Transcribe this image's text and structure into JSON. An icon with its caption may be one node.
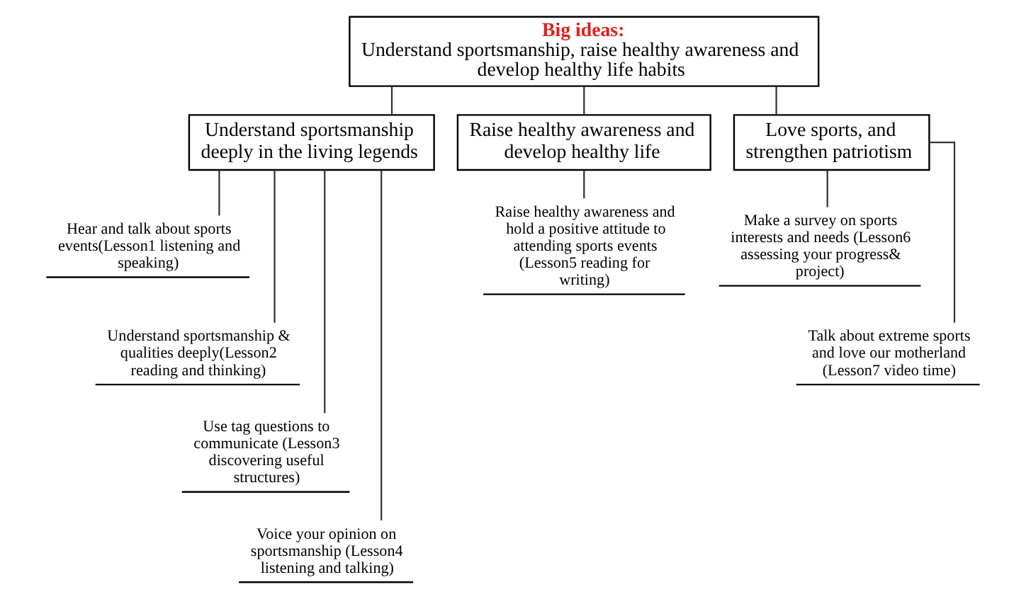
{
  "diagram": {
    "nodes": [
      {
        "text": [
          "Big ideas:",
          "Understand sportsmanship, raise healthy awareness and develop healthy life habits"
        ]
      },
      {
        "text": [
          "Understand sportsmanship deeply in the living legends"
        ]
      },
      {
        "text": [
          "Raise healthy awareness and develop healthy life"
        ]
      },
      {
        "text": [
          "Love sports, and strengthen patriotism"
        ]
      },
      {
        "text": [
          "Hear and talk about sports events(Lesson1 listening and speaking)"
        ]
      },
      {
        "text": [
          "Understand sportsmanship & qualities deeply(Lesson2 reading and thinking)"
        ]
      },
      {
        "text": [
          "Use tag questions to communicate (Lesson3 discovering useful structures)"
        ]
      },
      {
        "text": [
          "Voice your opinion on sportsmanship (Lesson4 listening and talking)"
        ]
      },
      {
        "text": [
          "Raise healthy awareness and hold a positive attitude to attending sports events (Lesson5 reading for writing)"
        ]
      },
      {
        "text": [
          "Make a survey on sports interests and needs (Lesson6 assessing your progress& project)"
        ]
      },
      {
        "text": [
          "Talk about extreme sports and love our motherland (Lesson7 video time)"
        ]
      }
    ],
    "edges": [
      {
        "from": 0,
        "to": 1,
        "arrow": "none"
      },
      {
        "from": 0,
        "to": 2,
        "arrow": "none"
      },
      {
        "from": 0,
        "to": 3,
        "arrow": "none"
      },
      {
        "from": 1,
        "to": 4,
        "arrow": "none"
      },
      {
        "from": 1,
        "to": 5,
        "arrow": "none"
      },
      {
        "from": 1,
        "to": 6,
        "arrow": "none"
      },
      {
        "from": 1,
        "to": 7,
        "arrow": "none"
      },
      {
        "from": 2,
        "to": 8,
        "arrow": "none"
      },
      {
        "from": 3,
        "to": 9,
        "arrow": "none"
      },
      {
        "from": 3,
        "to": 10,
        "arrow": "none"
      }
    ]
  }
}
